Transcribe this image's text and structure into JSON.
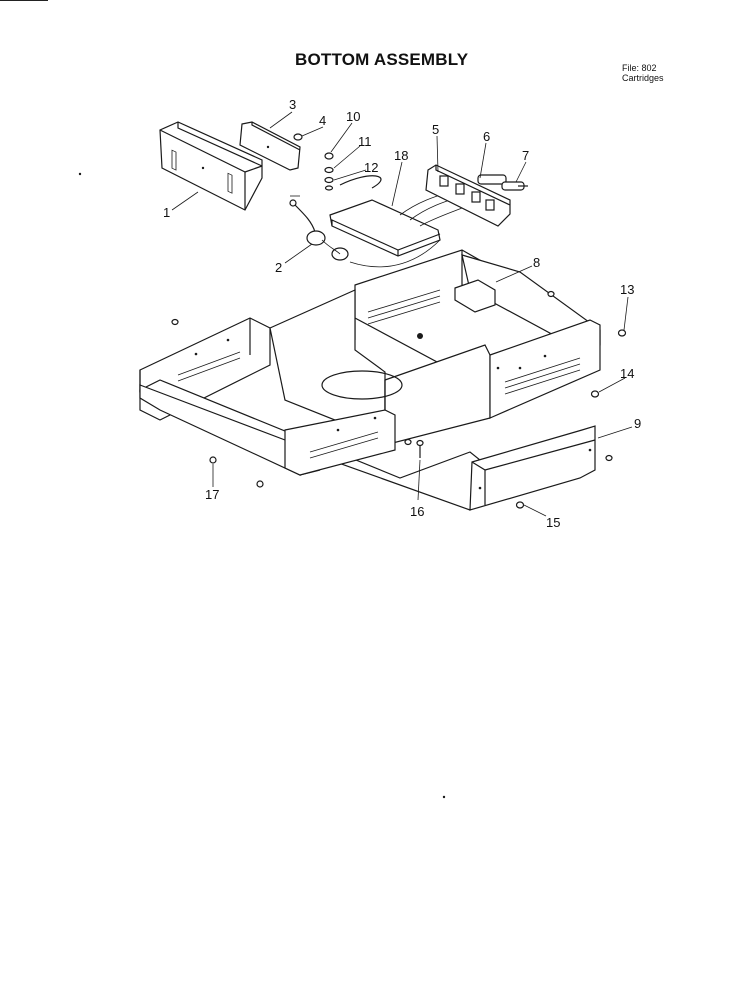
{
  "header": {
    "title": "BOTTOM ASSEMBLY",
    "file_line1": "File: 802",
    "file_line2": "Cartridges"
  },
  "callouts": {
    "c1": "1",
    "c2": "2",
    "c3": "3",
    "c4": "4",
    "c5": "5",
    "c6": "6",
    "c7": "7",
    "c8": "8",
    "c9": "9",
    "c10": "10",
    "c11": "11",
    "c12": "12",
    "c13": "13",
    "c14": "14",
    "c15": "15",
    "c16": "16",
    "c17": "17",
    "c18": "18"
  }
}
